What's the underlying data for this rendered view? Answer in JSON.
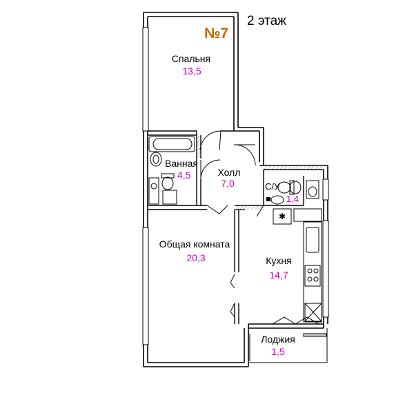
{
  "floor_label": "2 этаж",
  "apartment_number": "№7",
  "colors": {
    "area_text": "#cc00cc",
    "apartment_number": "#cc6600",
    "walls": "#000000",
    "hatch": "#777777"
  },
  "rooms": {
    "bedroom": {
      "name": "Спальня",
      "area": "13,5"
    },
    "bathroom": {
      "name": "Ванная",
      "area": "4,5"
    },
    "hall": {
      "name": "Холл",
      "area": "7,0"
    },
    "wc": {
      "name": "С/У",
      "area": "1,4"
    },
    "living": {
      "name": "Общая комната",
      "area": "20,3"
    },
    "kitchen": {
      "name": "Кухня",
      "area": "14,7"
    },
    "loggia": {
      "name": "Лоджия",
      "area": "1,5"
    }
  },
  "icons": [
    "bathtub-icon",
    "sink-icon",
    "toilet-icon",
    "washing-machine-icon",
    "stove-icon",
    "fridge-icon",
    "vent-icon"
  ]
}
